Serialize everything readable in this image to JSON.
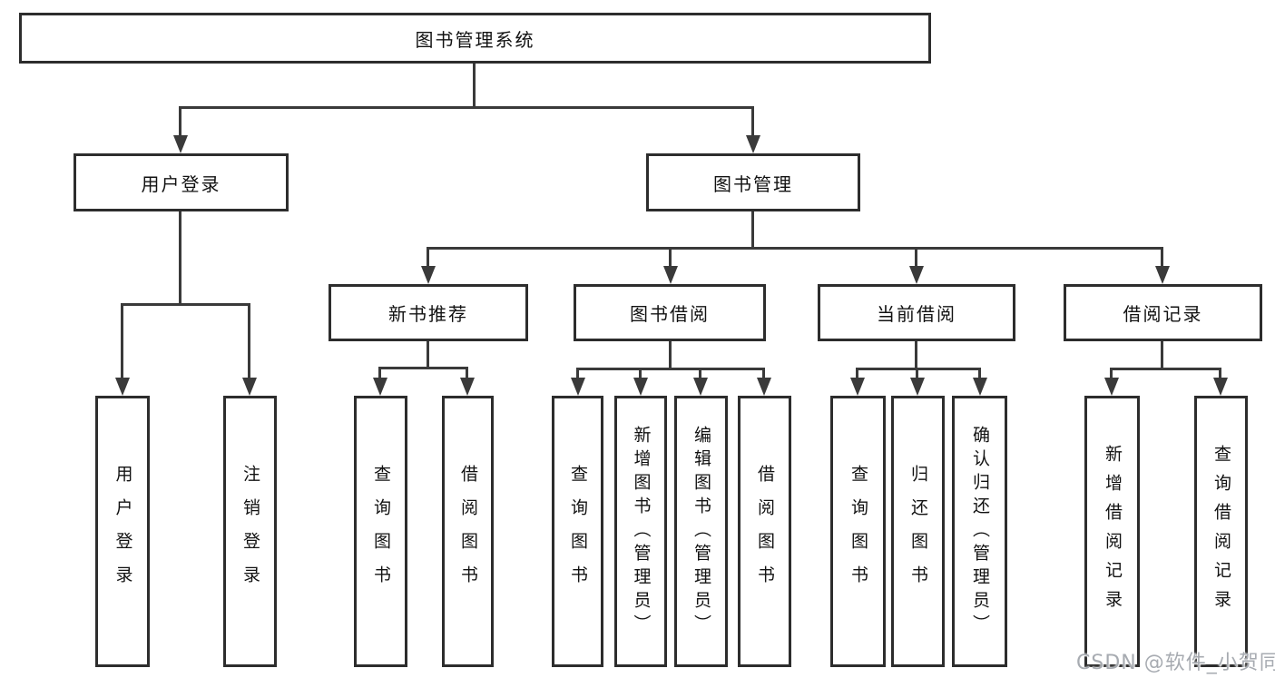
{
  "diagram": {
    "title": "图书管理系统"
  },
  "nodes": {
    "root": {
      "label": "图书管理系统"
    },
    "user_login": {
      "label": "用户登录"
    },
    "book_mgmt": {
      "label": "图书管理"
    },
    "leaf_login": {
      "label": "用户登录"
    },
    "leaf_logout": {
      "label": "注销登录"
    },
    "new_book_rec": {
      "label": "新书推荐"
    },
    "book_borrow": {
      "label": "图书借阅"
    },
    "current_borrow": {
      "label": "当前借阅"
    },
    "borrow_records": {
      "label": "借阅记录"
    },
    "nbr_query_book": {
      "label": "查询图书"
    },
    "nbr_borrow_book": {
      "label": "借阅图书"
    },
    "bb_query_book": {
      "label": "查询图书"
    },
    "bb_add_book_admin": {
      "label": "新增图书（管理员）"
    },
    "bb_edit_book_admin": {
      "label": "编辑图书（管理员）"
    },
    "bb_borrow_book": {
      "label": "借阅图书"
    },
    "cb_query_book": {
      "label": "查询图书"
    },
    "cb_return_book": {
      "label": "归还图书"
    },
    "cb_confirm_return_admin": {
      "label": "确认归还（管理员）"
    },
    "br_add_record": {
      "label": "新增借阅记录"
    },
    "br_query_record": {
      "label": "查询借阅记录"
    }
  },
  "colors": {
    "line": "#3a3a3a",
    "border": "#2d2d2d",
    "text": "#121212",
    "watermark": "#a7abb1",
    "background": "#ffffff"
  },
  "watermark": {
    "text": "CSDN @软件_小贺同学"
  }
}
